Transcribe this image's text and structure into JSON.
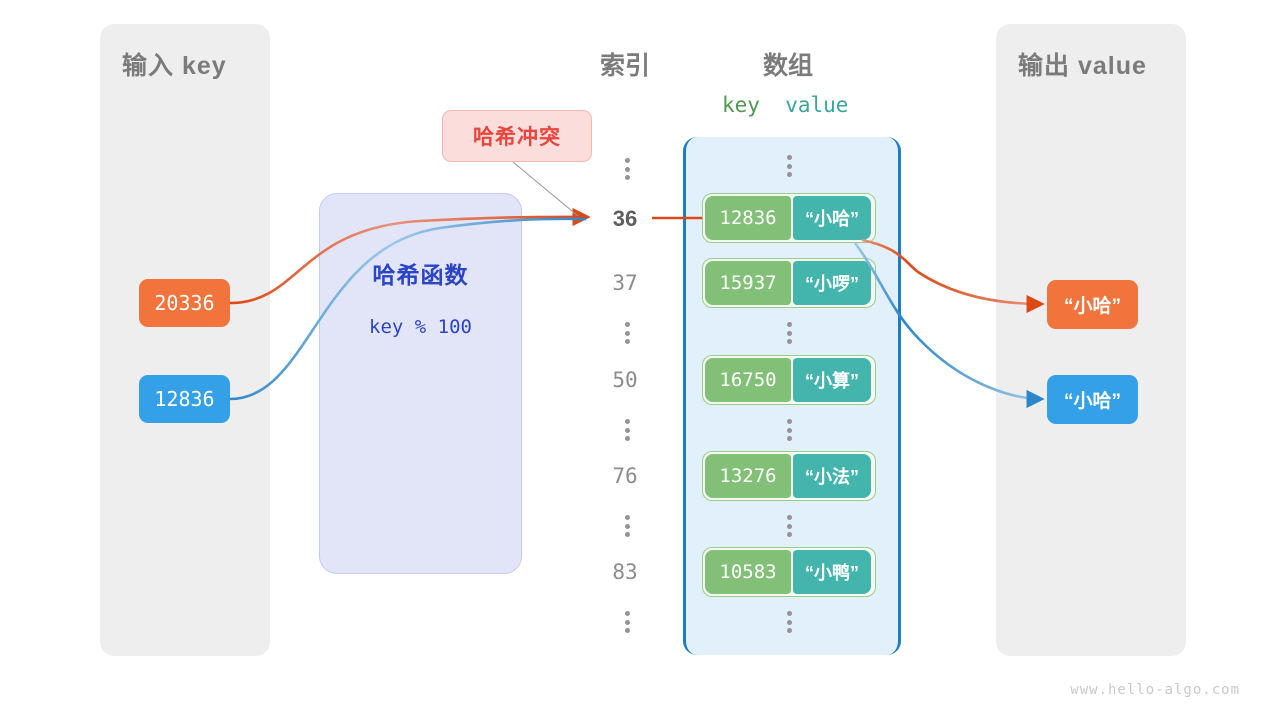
{
  "watermark": "www.hello-algo.com",
  "panels": {
    "input": {
      "title": "输入 key"
    },
    "output": {
      "title": "输出 value"
    }
  },
  "columns": {
    "index_header": "索引",
    "array_header": "数组",
    "kv_key": "key",
    "kv_value": "value"
  },
  "hash_function": {
    "title": "哈希函数",
    "formula": "key % 100"
  },
  "callout": {
    "label": "哈希冲突"
  },
  "inputs": [
    {
      "key": "20336",
      "color": "#f0743c"
    },
    {
      "key": "12836",
      "color": "#34a0e8"
    }
  ],
  "outputs": [
    {
      "value": "“小哈”",
      "color": "#f0743c"
    },
    {
      "value": "“小哈”",
      "color": "#34a0e8"
    }
  ],
  "index_column": [
    {
      "type": "dots"
    },
    {
      "type": "index",
      "label": "36",
      "active": true
    },
    {
      "type": "index",
      "label": "37",
      "active": false
    },
    {
      "type": "dots"
    },
    {
      "type": "index",
      "label": "50",
      "active": false
    },
    {
      "type": "dots"
    },
    {
      "type": "index",
      "label": "76",
      "active": false
    },
    {
      "type": "dots"
    },
    {
      "type": "index",
      "label": "83",
      "active": false
    },
    {
      "type": "dots"
    }
  ],
  "buckets": [
    {
      "key": "12836",
      "value": "“小哈”"
    },
    {
      "key": "15937",
      "value": "“小啰”"
    },
    {
      "key": "16750",
      "value": "“小算”"
    },
    {
      "key": "13276",
      "value": "“小法”"
    },
    {
      "key": "10583",
      "value": "“小鸭”"
    }
  ],
  "colors": {
    "panel_bg": "#eeeeee",
    "hash_box_bg": "#e2e5f8",
    "hash_text": "#2b44c7",
    "callout_bg": "#fbdedc",
    "callout_text": "#e8453c",
    "array_bg": "#e2f0fb",
    "array_border": "#1f7dc4",
    "key_cell": "#82c077",
    "value_cell": "#44b5ac",
    "orange": "#f0743c",
    "blue": "#34a0e8",
    "muted_text": "#7b7b7b"
  }
}
